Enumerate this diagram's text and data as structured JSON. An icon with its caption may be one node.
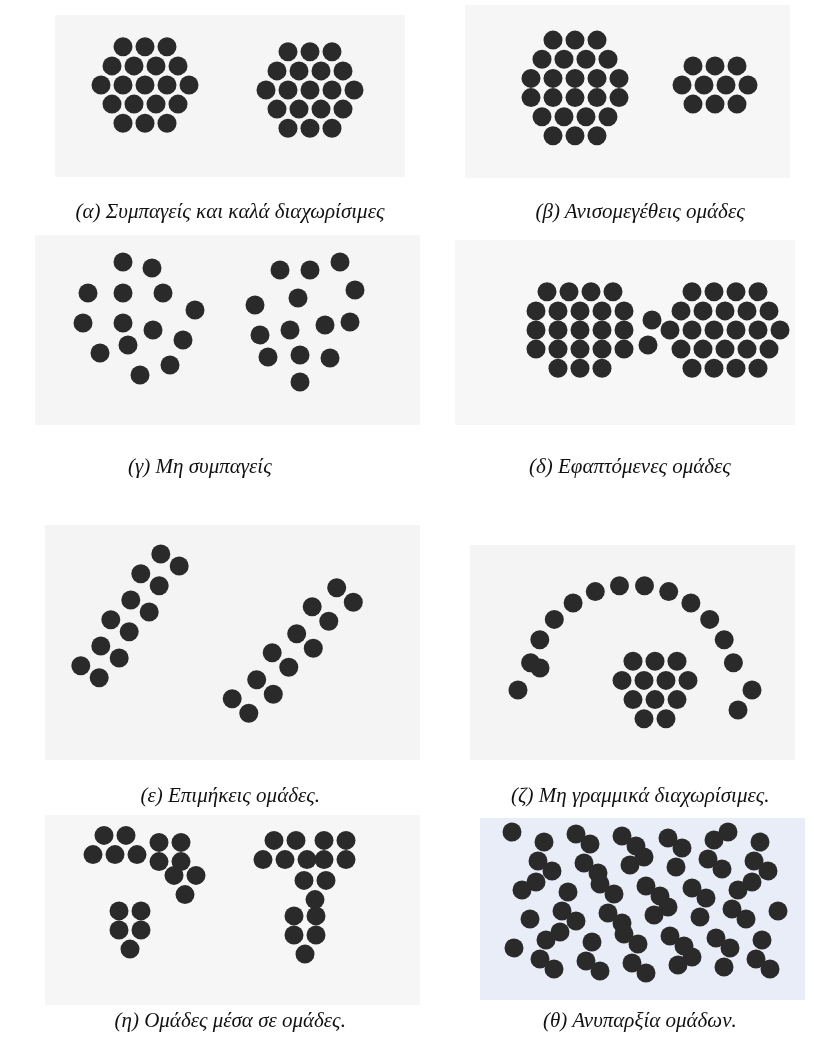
{
  "diagram": {
    "labels": [
      "(α) Συμπαγείς και καλά διαχωρίσιμες",
      "(β) Ανισομεγέθεις ομάδες",
      "(γ) Μη συμπαγείς",
      "(δ) Εφαπτόμενες ομάδες",
      "(ε) Επιμήκεις ομάδες.",
      "(ζ) Μη γραμμικά διαχωρίσιμες.",
      "(η) Ομάδες μέσα σε ομάδες.",
      "(θ) Ανυπαρξία ομάδων."
    ]
  }
}
